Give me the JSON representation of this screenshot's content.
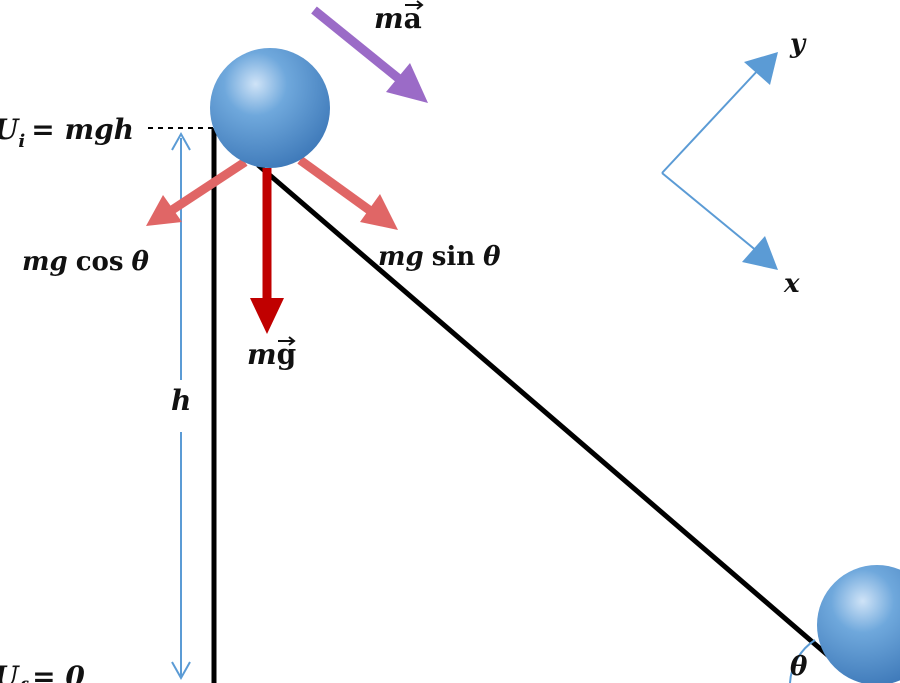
{
  "labels": {
    "initial_energy": "U",
    "initial_energy_sub": "i",
    "initial_energy_rhs": "= mgh",
    "final_energy": "U",
    "final_energy_sub": "f",
    "final_energy_rhs": "= 0",
    "height": "h",
    "angle": "θ",
    "weight_m": "m",
    "weight_g": "g",
    "accel_m": "m",
    "accel_a": "a",
    "normal_component_mg": "mg",
    "normal_component_fn": "cos",
    "normal_component_theta": "θ",
    "parallel_component_mg": "mg",
    "parallel_component_fn": "sin",
    "parallel_component_theta": "θ",
    "axis_x": "x",
    "axis_y": "y"
  },
  "colors": {
    "ball": "#5b9bd5",
    "incline": "#000000",
    "weight_arrow": "#c00000",
    "component_arrows": "#e06666",
    "acceleration_arrow": "#9b6bc7",
    "axes": "#5b9bd5",
    "height_marker": "#5b9bd5"
  }
}
